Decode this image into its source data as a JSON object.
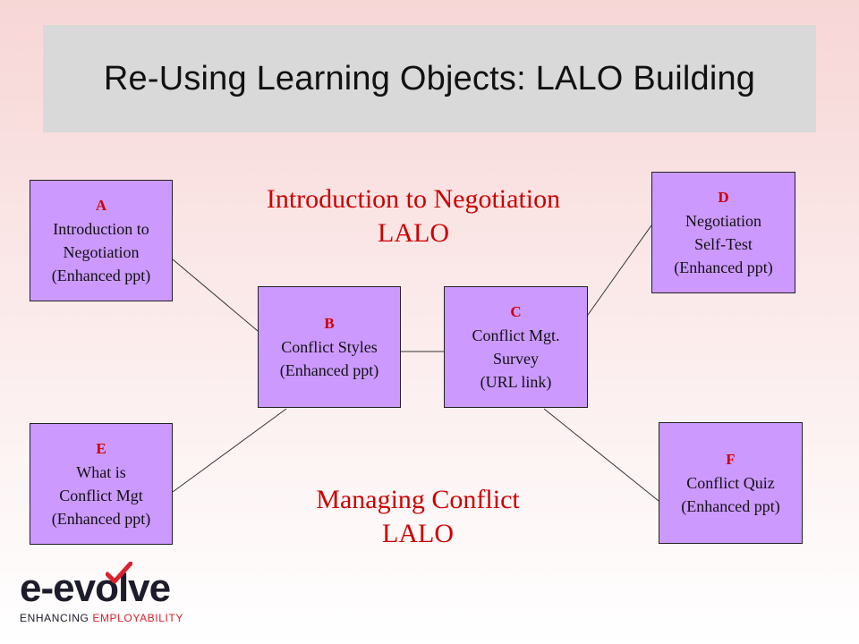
{
  "title": "Re-Using Learning Objects: LALO Building",
  "nodes": {
    "a": {
      "letter": "A",
      "lines": [
        "Introduction to",
        "Negotiation",
        "(Enhanced ppt)"
      ]
    },
    "b": {
      "letter": "B",
      "lines": [
        "Conflict Styles",
        "(Enhanced ppt)"
      ]
    },
    "c": {
      "letter": "C",
      "lines": [
        "Conflict Mgt.",
        "Survey",
        "(URL link)"
      ]
    },
    "d": {
      "letter": "D",
      "lines": [
        "Negotiation",
        "Self-Test",
        "(Enhanced ppt)"
      ]
    },
    "e": {
      "letter": "E",
      "lines": [
        "What is",
        "Conflict Mgt",
        "(Enhanced ppt)"
      ]
    },
    "f": {
      "letter": "F",
      "lines": [
        "Conflict Quiz",
        "(Enhanced ppt)"
      ]
    }
  },
  "labels": {
    "negotiation": [
      "Introduction  to Negotiation",
      "LALO"
    ],
    "conflict": [
      "Managing Conflict",
      "LALO"
    ]
  },
  "logo": {
    "word": "e-evolve",
    "tagline_plain": "ENHANCING ",
    "tagline_accent": "EMPLOYABILITY",
    "tick_icon": "check-mark-icon"
  },
  "colors": {
    "node_fill": "#cc99ff",
    "letter": "#cc0000",
    "label": "#cc0000",
    "accent": "#d9232e"
  }
}
